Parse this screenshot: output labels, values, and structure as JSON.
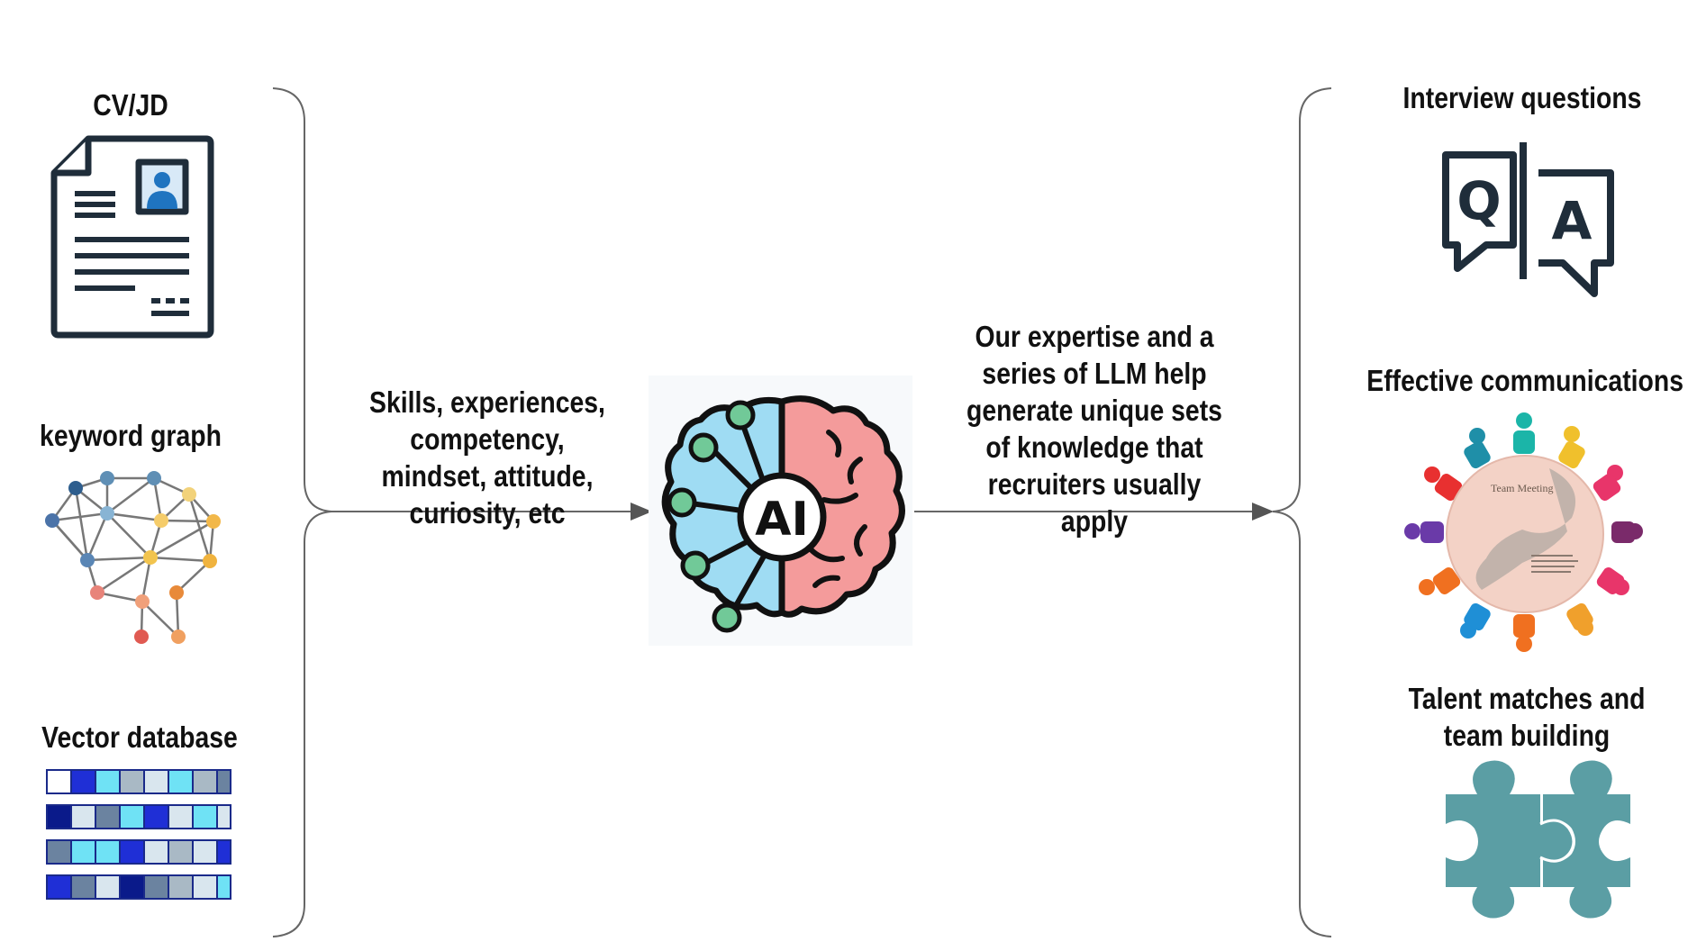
{
  "inputs": {
    "cv_jd": "CV/JD",
    "keyword_graph": "keyword graph",
    "vector_database": "Vector database"
  },
  "left_arrow_label": "Skills, experiences, competency, mindset, attitude, curiosity, etc",
  "center": {
    "ai_label": "AI"
  },
  "right_arrow_label": "Our expertise and  a series of LLM help generate unique sets of knowledge that recruiters usually apply",
  "outputs": {
    "interview_questions": "Interview questions",
    "qa_q": "Q",
    "qa_a": "A",
    "effective_communications": "Effective communications",
    "team_meeting": "Team Meeting",
    "talent_matches": "Talent matches and team building"
  },
  "icons": {
    "cv": "document-icon",
    "graph": "network-graph-icon",
    "vector": "vector-grid-icon",
    "brain": "ai-brain-icon",
    "qa": "qa-speech-icon",
    "team": "team-meeting-icon",
    "puzzle": "puzzle-icon"
  },
  "colors": {
    "ink": "#1f2d3a",
    "brain_left": "#9fdcf3",
    "brain_right": "#f49b9b",
    "brain_nodes": "#71c998",
    "puzzle": "#5b9ea4",
    "arrow": "#555555"
  }
}
